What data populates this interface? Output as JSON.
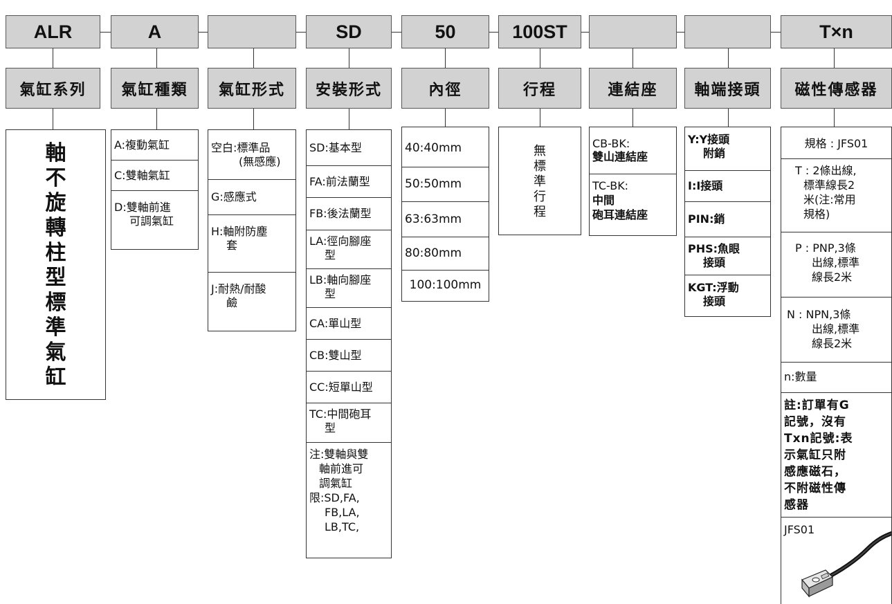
{
  "codes": [
    "ALR",
    "A",
    "",
    "SD",
    "50",
    "100ST",
    "",
    "",
    "T×n"
  ],
  "headings": [
    "氣缸系列",
    "氣缸種類",
    "氣缸形式",
    "安裝形式",
    "內徑",
    "行程",
    "連結座",
    "軸端接頭",
    "磁性傳感器"
  ],
  "series": {
    "chars": [
      "軸",
      "不",
      "旋",
      "轉",
      "柱",
      "型",
      "標",
      "準",
      "氣",
      "缸"
    ]
  },
  "types": [
    "A:複動氣缸",
    "C:雙軸氣缸",
    "D:雙軸前進",
    "可調氣缸"
  ],
  "forms": {
    "r1a": "空白:標準品",
    "r1b": "(無感應)",
    "r2": "G:感應式",
    "r3a": "H:軸附防塵",
    "r3b": "套",
    "r4a": "J:耐熱/耐酸",
    "r4b": "鹼"
  },
  "mounting": {
    "sd": "SD:基本型",
    "fa": "FA:前法蘭型",
    "fb": "FB:後法蘭型",
    "la1": "LA:徑向腳座",
    "la2": "型",
    "lb1": "LB:軸向腳座",
    "lb2": "型",
    "ca": "CA:單山型",
    "cb": "CB:雙山型",
    "cc": "CC:短單山型",
    "tc1": "TC:中間砲耳",
    "tc2": "型",
    "note1": "注:雙軸與雙",
    "note2": "軸前進可",
    "note3": "調氣缸",
    "note4": "限:SD,FA,",
    "note5": "FB,LA,",
    "note6": "LB,TC,"
  },
  "bore": [
    "40:40mm",
    "50:50mm",
    "63:63mm",
    "80:80mm",
    "100:100mm"
  ],
  "stroke": {
    "chars": [
      "無",
      "標",
      "準",
      "行",
      "程"
    ]
  },
  "clevis": {
    "cb1": "CB-BK:",
    "cb2": "雙山連結座",
    "tc1": "TC-BK:",
    "tc2": "中間",
    "tc3": "砲耳連結座"
  },
  "rod": {
    "y1": "Y:Y接頭",
    "y2": "附銷",
    "i": "I:I接頭",
    "pin": "PIN:銷",
    "phs1": "PHS:魚眼",
    "phs2": "接頭",
    "kgt1": "KGT:浮動",
    "kgt2": "接頭"
  },
  "sensor": {
    "spec": "規格 : JFS01",
    "t1": "T : 2條出線,",
    "t2": "標準線長2",
    "t3": "米(注:常用",
    "t4": "規格)",
    "p1": "P : PNP,3條",
    "p2": "出線,標準",
    "p3": "線長2米",
    "n1": "N : NPN,3條",
    "n2": "出線,標準",
    "n3": "線長2米",
    "count": "n:數量",
    "note1": "註:訂單有G",
    "note2": "記號，沒有",
    "note3": "Txn記號:表",
    "note4": "示氣缸只附",
    "note5": "感應磁石，",
    "note6": "不附磁性傳",
    "note7": "感器",
    "model": "JFS01"
  }
}
